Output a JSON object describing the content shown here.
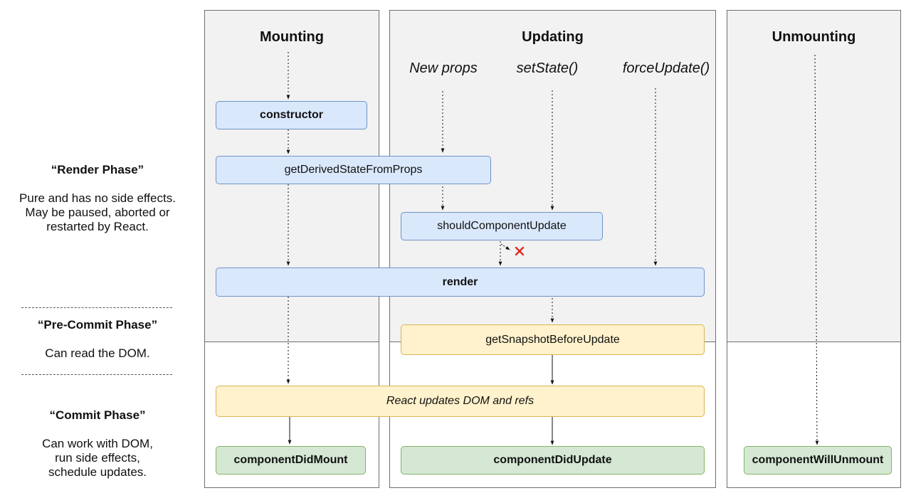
{
  "columns": {
    "mounting": "Mounting",
    "updating": "Updating",
    "unmounting": "Unmounting"
  },
  "triggers": {
    "new_props": "New props",
    "set_state": "setState()",
    "force_update": "forceUpdate()"
  },
  "methods": {
    "constructor": "constructor",
    "get_derived_state_from_props": "getDerivedStateFromProps",
    "should_component_update": "shouldComponentUpdate",
    "render": "render",
    "get_snapshot_before_update": "getSnapshotBeforeUpdate",
    "react_updates_dom": "React updates DOM and refs",
    "component_did_mount": "componentDidMount",
    "component_did_update": "componentDidUpdate",
    "component_will_unmount": "componentWillUnmount"
  },
  "phases": {
    "render": {
      "title": "“Render Phase”",
      "desc1": "Pure and has no side effects.",
      "desc2": "May be paused, aborted or",
      "desc3": "restarted by React."
    },
    "precommit": {
      "title": "“Pre-Commit Phase”",
      "desc1": "Can read the DOM."
    },
    "commit": {
      "title": "“Commit Phase”",
      "desc1": "Can work with DOM,",
      "desc2": "run side effects,",
      "desc3": "schedule updates."
    }
  },
  "colors": {
    "render_box": "#dae8fc",
    "precommit_box": "#fff2cc",
    "commit_box": "#d5e8d4",
    "cancel_mark": "#e02b20"
  }
}
